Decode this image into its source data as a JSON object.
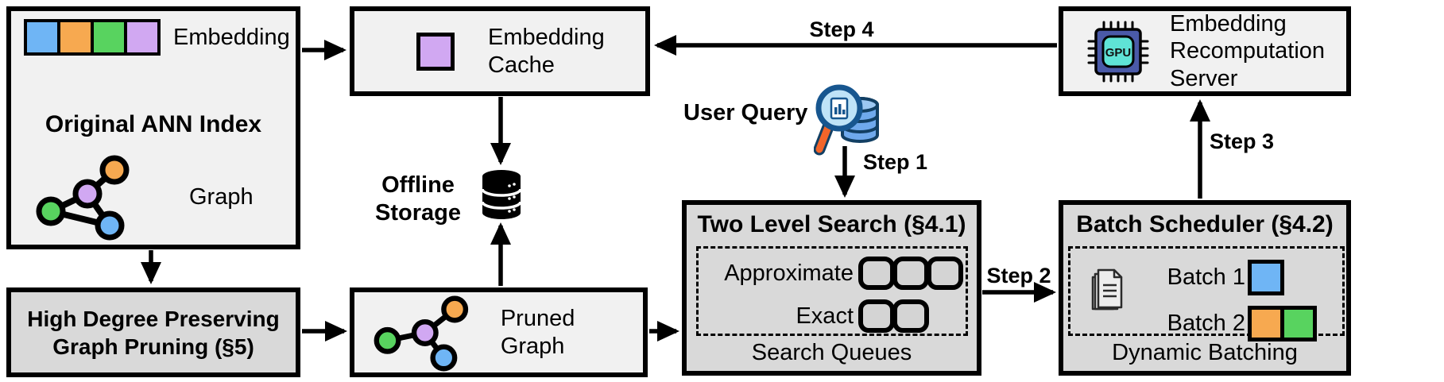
{
  "diagram": {
    "boxes": {
      "original_ann_index": {
        "title": "Original ANN Index",
        "embedding_label": "Embedding",
        "graph_label": "Graph"
      },
      "embedding_cache": {
        "title": "Embedding Cache"
      },
      "embedding_recomputation_server": {
        "title": "Embedding Recomputation Server"
      },
      "high_degree_pruning": {
        "title": "High Degree Preserving Graph Pruning (§5)"
      },
      "pruned_graph": {
        "label": "Pruned Graph"
      },
      "two_level_search": {
        "title": "Two Level Search (§4.1)",
        "rows": [
          {
            "label": "Approximate",
            "queue_count": 3
          },
          {
            "label": "Exact",
            "queue_count": 2
          }
        ],
        "footer": "Search Queues"
      },
      "batch_scheduler": {
        "title": "Batch Scheduler (§4.2)",
        "rows": [
          {
            "label": "Batch 1",
            "slot_colors": [
              "blue"
            ]
          },
          {
            "label": "Batch 2",
            "slot_colors": [
              "orange",
              "green"
            ]
          }
        ],
        "footer": "Dynamic Batching"
      }
    },
    "labels": {
      "offline_storage": "Offline Storage",
      "user_query": "User Query",
      "gpu_chip": "GPU"
    },
    "steps": {
      "step1": "Step 1",
      "step2": "Step 2",
      "step3": "Step 3",
      "step4": "Step 4"
    },
    "colors": {
      "embedding_blue": "#6FB5F5",
      "embedding_orange": "#F7A950",
      "embedding_green": "#58D35F",
      "embedding_purple": "#D1A8F2",
      "light_box_bg": "#F1F1F1",
      "dark_box_bg": "#D9D9D9",
      "queue_slot_bg": "#D4D4D4",
      "border_black": "#000000",
      "gpu_chip_body": "#4A5AA8",
      "gpu_chip_core": "#5FE3D6",
      "magnifier_rim": "#17568F",
      "magnifier_lens": "#BFE3F7",
      "magnifier_handle": "#F2652A",
      "query_db_fill": "#6FA9EC"
    }
  }
}
